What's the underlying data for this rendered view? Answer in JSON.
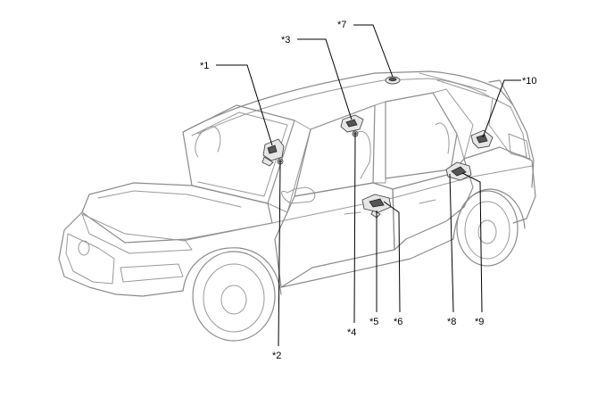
{
  "callouts": [
    {
      "id": "c1",
      "label": "*1"
    },
    {
      "id": "c2",
      "label": "*2"
    },
    {
      "id": "c3",
      "label": "*3"
    },
    {
      "id": "c4",
      "label": "*4"
    },
    {
      "id": "c5",
      "label": "*5"
    },
    {
      "id": "c6",
      "label": "*6"
    },
    {
      "id": "c7",
      "label": "*7"
    },
    {
      "id": "c8",
      "label": "*8"
    },
    {
      "id": "c9",
      "label": "*9"
    },
    {
      "id": "c10",
      "label": "*10"
    }
  ]
}
